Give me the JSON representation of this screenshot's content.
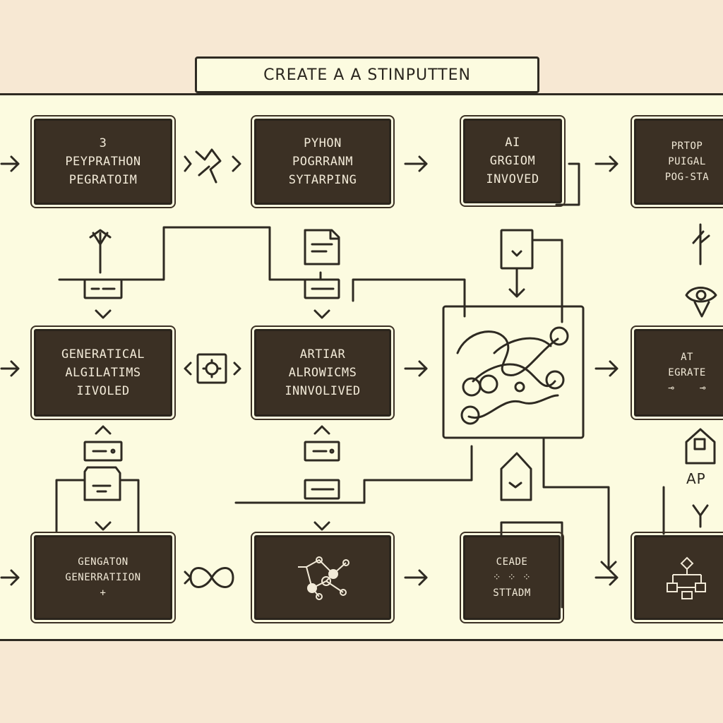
{
  "title": "CREATE A A STINPUTTEN",
  "nodes": {
    "n1": [
      "3",
      "PEYPRATHON",
      "PEGRATOIM"
    ],
    "n2": [
      "PYHON",
      "POGRRANM",
      "SYTARPING"
    ],
    "n3": [
      "AI",
      "GRGIOM",
      "INVOVED"
    ],
    "n4": [
      "PRTOP",
      "PUIGAL",
      "POG-STA"
    ],
    "n5": [
      "GENERATICAL",
      "ALGILATIMS",
      "IIVOLED"
    ],
    "n6": [
      "ARTIAR",
      "ALROWICMS",
      "INNVOLIVED"
    ],
    "n7": [
      "AT",
      "EGRATE"
    ],
    "n8": [
      "GENGATON",
      "GENERRATIION"
    ],
    "n9": [
      "CEADE",
      "STTADM"
    ]
  },
  "labels": {
    "ap": "AP"
  },
  "icons": [
    "arrow-right-icon",
    "document-icon",
    "heart-card-icon",
    "network-graph-icon",
    "gear-icon",
    "eye-icon",
    "flowchart-icon",
    "house-icon",
    "infinity-icon",
    "fork-icon"
  ],
  "colors": {
    "background": "#f7e8d3",
    "panel": "#fcfbe0",
    "box": "#3b3024",
    "line": "#2e2a22"
  }
}
